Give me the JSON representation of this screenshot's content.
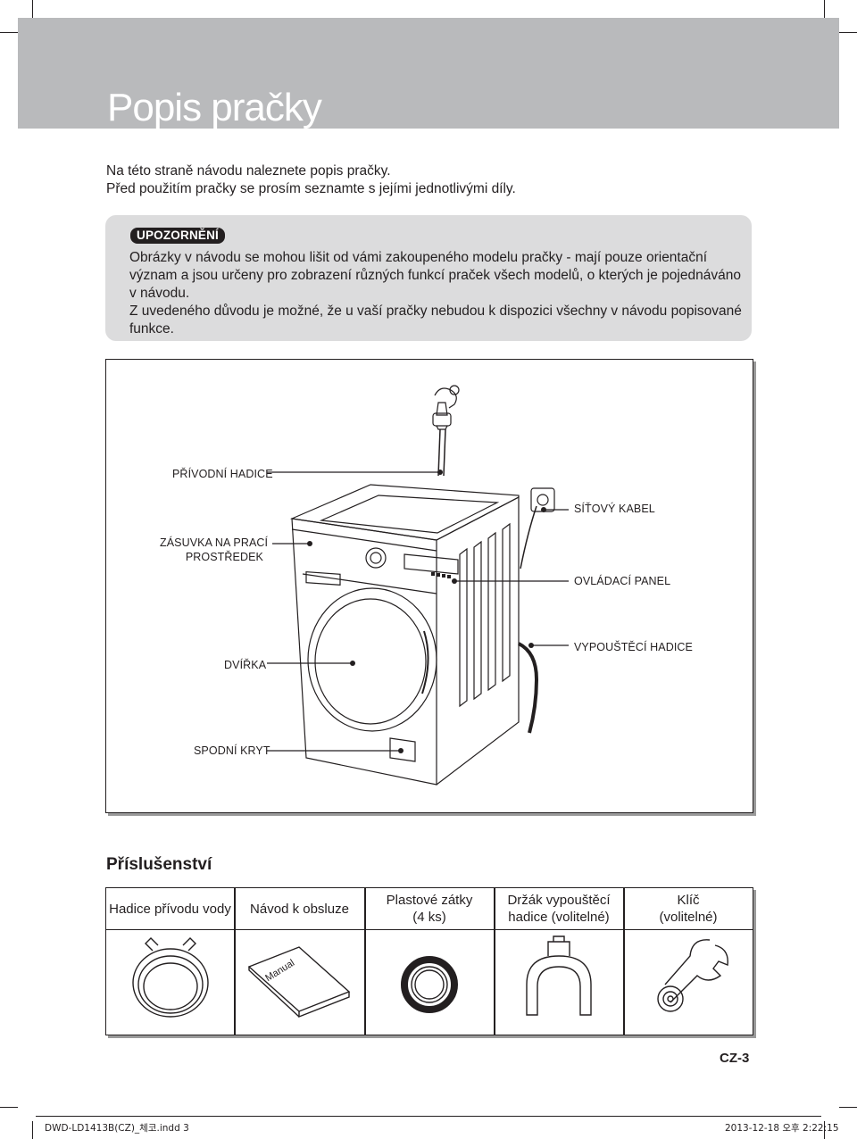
{
  "header": {
    "title": "Popis pračky"
  },
  "intro": [
    "Na této straně návodu naleznete popis pračky.",
    "Před použitím pračky se prosím seznamte s jejími jednotlivými díly."
  ],
  "caution": {
    "badge": "UPOZORNĚNÍ",
    "paragraph1": "Obrázky v návodu se mohou lišit od vámi zakoupeného modelu pračky - mají pouze orientační význam a jsou určeny pro zobrazení různých funkcí praček všech modelů, o kterých je pojednáváno v návodu.",
    "paragraph2": "Z uvedeného důvodu je možné, že u vaší pračky nebudou k dispozici všechny v návodu popisované funkce."
  },
  "diagram": {
    "labels": {
      "inlet_hose": "PŘÍVODNÍ HADICE",
      "power_cord": "SÍŤOVÝ KABEL",
      "detergent_drawer_line1": "ZÁSUVKA NA PRACÍ",
      "detergent_drawer_line2": "PROSTŘEDEK",
      "control_panel": "OVLÁDACÍ PANEL",
      "drain_hose": "VYPOUŠTĚCÍ HADICE",
      "door": "DVÍŘKA",
      "bottom_cover": "SPODNÍ KRYT"
    },
    "manual_booklet_text": "Manual"
  },
  "accessories": {
    "title": "Příslušenství",
    "items": [
      {
        "line1": "Hadice přívodu vody",
        "line2": "",
        "icon": "water-hose-icon"
      },
      {
        "line1": "Návod k obsluze",
        "line2": "",
        "icon": "manual-booklet-icon"
      },
      {
        "line1": "Plastové zátky",
        "line2": "(4 ks)",
        "icon": "plastic-cap-icon"
      },
      {
        "line1": "Držák vypouštěcí",
        "line2": "hadice (volitelné)",
        "icon": "hose-holder-icon"
      },
      {
        "line1": "Klíč",
        "line2": "(volitelné)",
        "icon": "wrench-icon"
      }
    ]
  },
  "page_number": "CZ-3",
  "footer": {
    "file": "DWD-LD1413B(CZ)_체코.indd   3",
    "timestamp": "2013-12-18   오후 2:22:15"
  }
}
